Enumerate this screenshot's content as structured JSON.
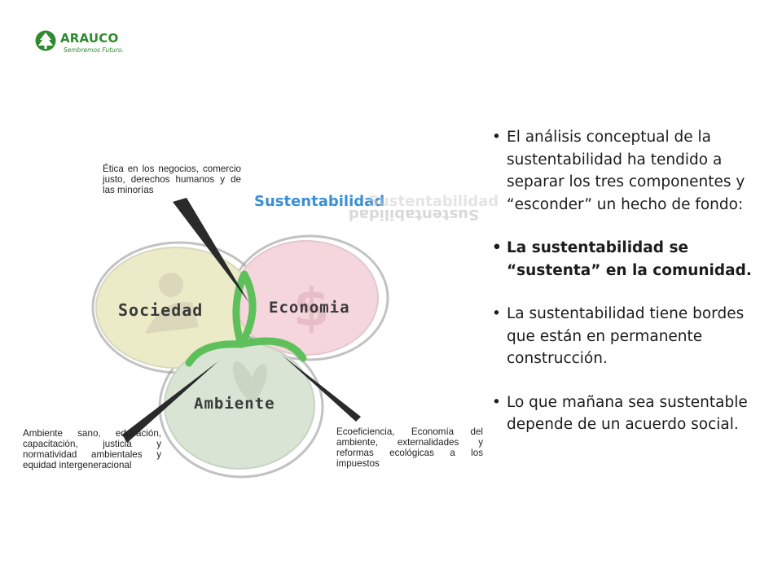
{
  "logo": {
    "name": "ARAUCO",
    "tagline": "Sembremos Futuro."
  },
  "diagram": {
    "title": "Sustentabilidad",
    "circles": [
      {
        "label": "Sociedad",
        "color": "#ecebc8"
      },
      {
        "label": "Economia",
        "color": "#f5d6dd"
      },
      {
        "label": "Ambiente",
        "color": "#d9e4d5"
      }
    ],
    "overlap_color": "#5ec05a",
    "callouts": {
      "etica": "Ética en los negocios, comercio justo, derechos humanos y de las minorías",
      "ambiente": "Ambiente sano, educación, capacitación, justicia y normatividad ambientales y equidad intergeneracional",
      "economia": "Ecoeficiencia, Economía del ambiente, externalidades y reformas ecológicas a los impuestos"
    }
  },
  "bullets": [
    {
      "text": "El análisis conceptual de la sustentabilidad ha tendido a separar los tres componentes y “esconder” un hecho de fondo:",
      "bold": false
    },
    {
      "text": "La sustentabilidad se “sustenta” en la comunidad.",
      "bold": true
    },
    {
      "text": "La sustentabilidad tiene bordes que están en permanente construcción.",
      "bold": false
    },
    {
      "text": "Lo que mañana sea sustentable depende de un acuerdo social.",
      "bold": false
    }
  ]
}
